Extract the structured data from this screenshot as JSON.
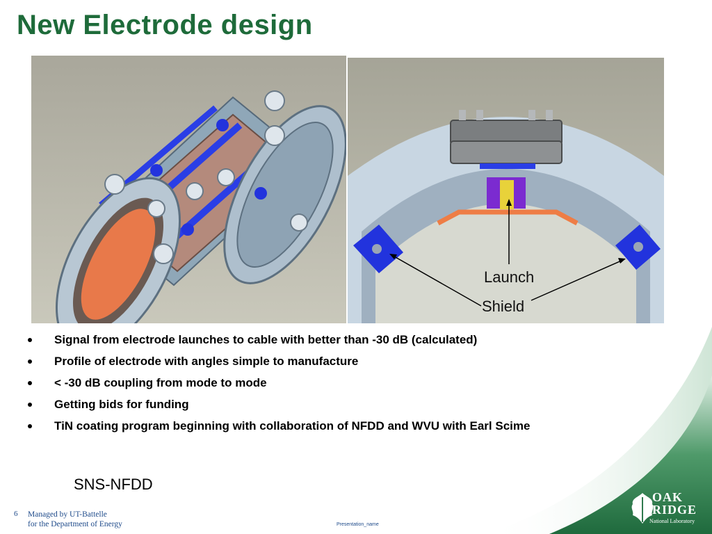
{
  "slide": {
    "title": "New Electrode design",
    "callouts": {
      "launch": "Launch",
      "shield": "Shield"
    },
    "bullets": [
      "Signal from electrode launches to cable with better than -30 dB (calculated)",
      "Profile of electrode with angles simple to manufacture",
      "< -30 dB coupling from mode to mode",
      "Getting bids for funding",
      "TiN coating program beginning with collaboration of NFDD and WVU with Earl Scime"
    ],
    "footer_note": "SNS-NFDD"
  },
  "footer": {
    "page_number": "6",
    "line1": "Managed by UT-Battelle",
    "line2": "for the Department of Energy",
    "presentation": "Presentation_name"
  },
  "logo": {
    "line1": "OAK",
    "line2": "RIDGE",
    "line3": "National Laboratory"
  },
  "colors": {
    "title_green": "#1e6b3a",
    "footer_blue": "#1e4a8a",
    "swoosh_green": "#2f7a4e"
  }
}
